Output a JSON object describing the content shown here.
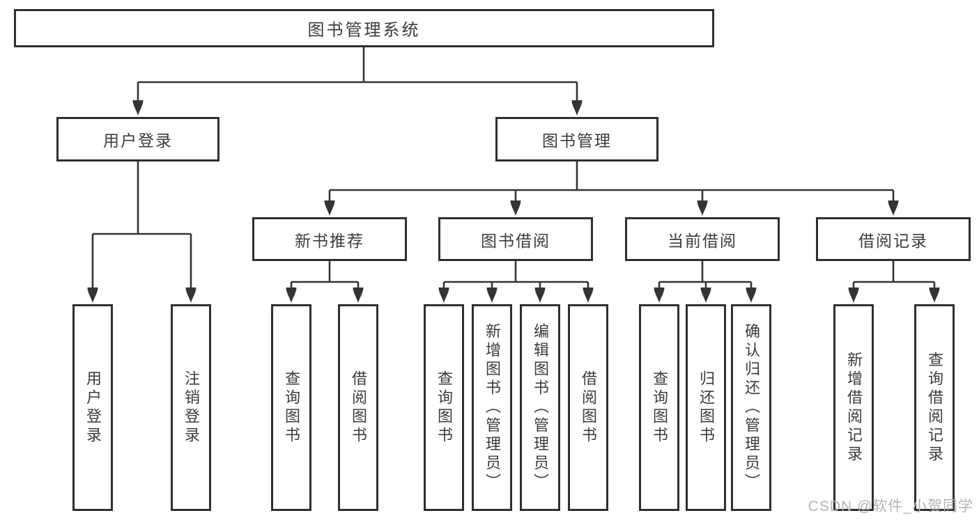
{
  "tree": {
    "root": {
      "label": "图书管理系统"
    },
    "branches": [
      {
        "label": "用户登录",
        "children": [
          "用户登录",
          "注销登录"
        ]
      },
      {
        "label": "图书管理",
        "groups": [
          {
            "label": "新书推荐",
            "children": [
              "查询图书",
              "借阅图书"
            ]
          },
          {
            "label": "图书借阅",
            "children": [
              "查询图书",
              "新增图书（管理员）",
              "编辑图书（管理员）",
              "借阅图书"
            ]
          },
          {
            "label": "当前借阅",
            "children": [
              "查询图书",
              "归还图书",
              "确认归还（管理员）"
            ]
          },
          {
            "label": "借阅记录",
            "children": [
              "新增借阅记录",
              "查询借阅记录"
            ]
          }
        ]
      }
    ]
  },
  "watermark": "CSDN @软件_小贺同学",
  "colors": {
    "box_border": "#2f2f2f",
    "connector": "#343434",
    "text": "#3c3c3c",
    "watermark_text": "#b4b4b4",
    "background": "#ffffff"
  }
}
